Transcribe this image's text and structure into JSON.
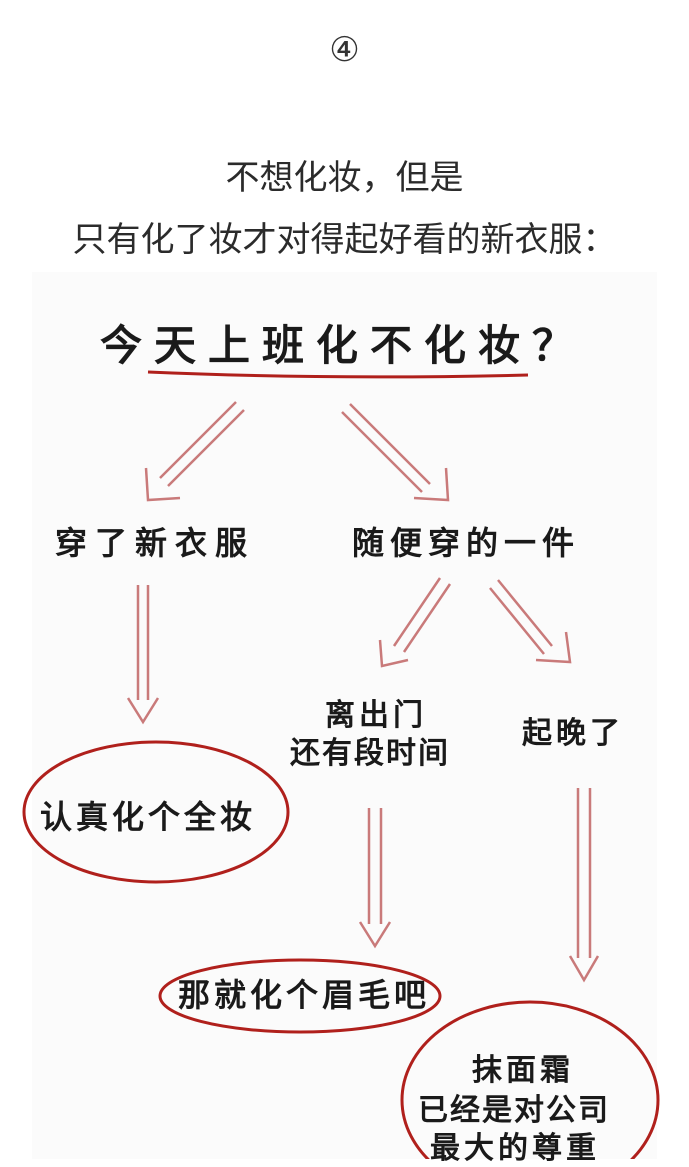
{
  "header": {
    "number": "④",
    "line1": "不想化妆，但是",
    "line2": "只有化了妆才对得起好看的新衣服："
  },
  "flowchart": {
    "title": "今天上班化不化妆？",
    "branch_left": "穿了新衣服",
    "branch_right": "随便穿的一件",
    "outcome_full_makeup": "认真化个全妆",
    "outcome_time_line1": "离出门",
    "outcome_time_line2": "还有段时间",
    "outcome_late": "起晚了",
    "result_eyebrows": "那就化个眉毛吧",
    "result_cream_line1": "抹面霜",
    "result_cream_line2": "已经是对公司",
    "result_cream_line3": "最大的尊重"
  },
  "colors": {
    "accent_red": "#b0201c",
    "arrow_stroke": "#c97a7a"
  }
}
